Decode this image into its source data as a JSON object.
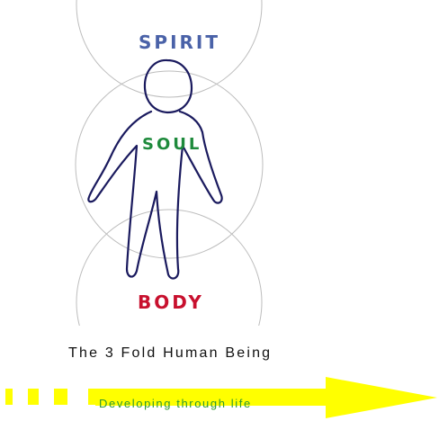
{
  "labels": {
    "spirit": "SPIRIT",
    "soul": "SOUL",
    "body": "BODY"
  },
  "caption": "The 3 Fold Human Being",
  "arrow_label": "Developing through life",
  "colors": {
    "spirit": "#4a62a8",
    "soul": "#1e8a3c",
    "body": "#c8102e",
    "figure_outline": "#1a1a5e",
    "circles": "#bdbdbd",
    "arrow": "#ffff00"
  }
}
